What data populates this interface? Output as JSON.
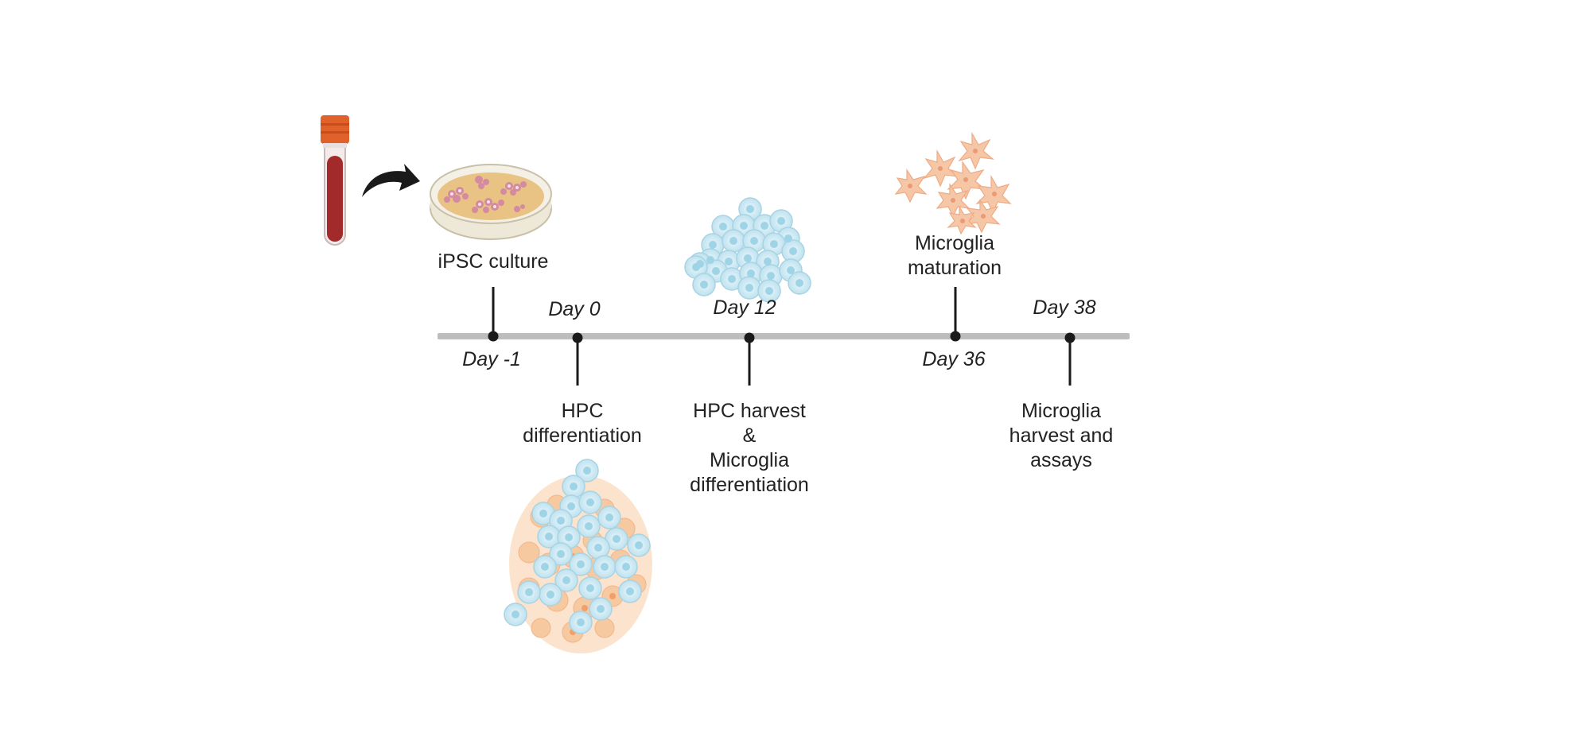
{
  "timeline": {
    "axis_color": "#bdbdbd",
    "marker_color": "#1a1a1a",
    "events": [
      {
        "day": "Day -1",
        "label_lines": [
          "iPSC culture"
        ]
      },
      {
        "day": "Day 0",
        "label_lines": [
          "HPC",
          "differentiation"
        ]
      },
      {
        "day": "Day 12",
        "label_lines": [
          "HPC harvest",
          "&",
          "Microglia",
          "differentiation"
        ]
      },
      {
        "day": "Day 36",
        "label_lines": [
          "Microglia",
          "maturation"
        ]
      },
      {
        "day": "Day 38",
        "label_lines": [
          "Microglia",
          "harvest and",
          "assays"
        ]
      }
    ]
  },
  "illustrations": {
    "blood_tube": {
      "icon": "blood-tube-icon",
      "cap_color": "#e0622a",
      "blood_color": "#a32a2a"
    },
    "arrow": {
      "icon": "curved-arrow-icon",
      "color": "#1a1a1a"
    },
    "petri_dish": {
      "icon": "petri-dish-icon",
      "medium_color": "#e8c383",
      "colony_color": "#d48aa0"
    },
    "hpc_cluster": {
      "icon": "hpc-cells-icon",
      "cell_color": "#cfeaf4",
      "nucleus_color": "#9fd3e6"
    },
    "mixed_cluster": {
      "icon": "mixed-cells-icon",
      "background_color": "#f7c9a0"
    },
    "microglia": {
      "icon": "microglia-cells-icon",
      "cell_color": "#f6c7a6"
    }
  }
}
